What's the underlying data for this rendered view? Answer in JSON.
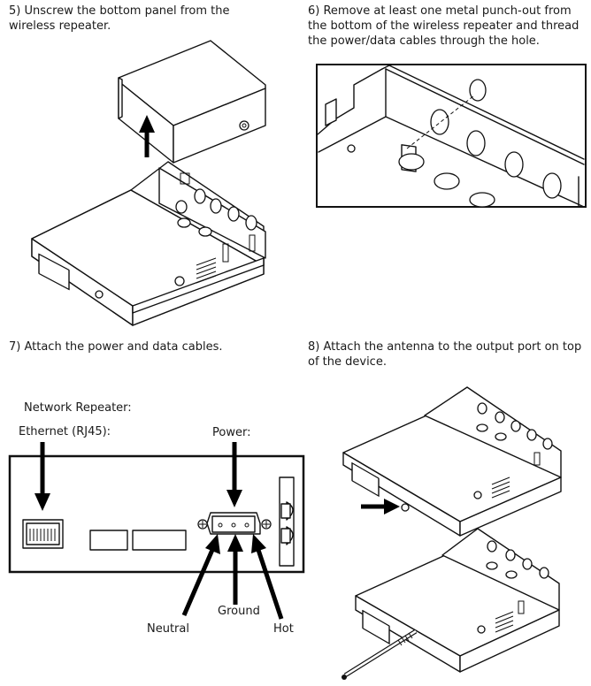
{
  "steps": {
    "step5": "5) Unscrew the bottom panel from the wireless repeater.",
    "step6": "6) Remove at least one metal punch-out from the bottom of the wireless repeater and thread the power/data cables through the hole.",
    "step7": "7) Attach the power and data cables.",
    "step8": "8) Attach the antenna to the output port on top of the device."
  },
  "panel_labels": {
    "network_repeater": "Network Repeater:",
    "ethernet": "Ethernet (RJ45):",
    "power": "Power:",
    "neutral": "Neutral",
    "ground": "Ground",
    "hot": "Hot"
  }
}
